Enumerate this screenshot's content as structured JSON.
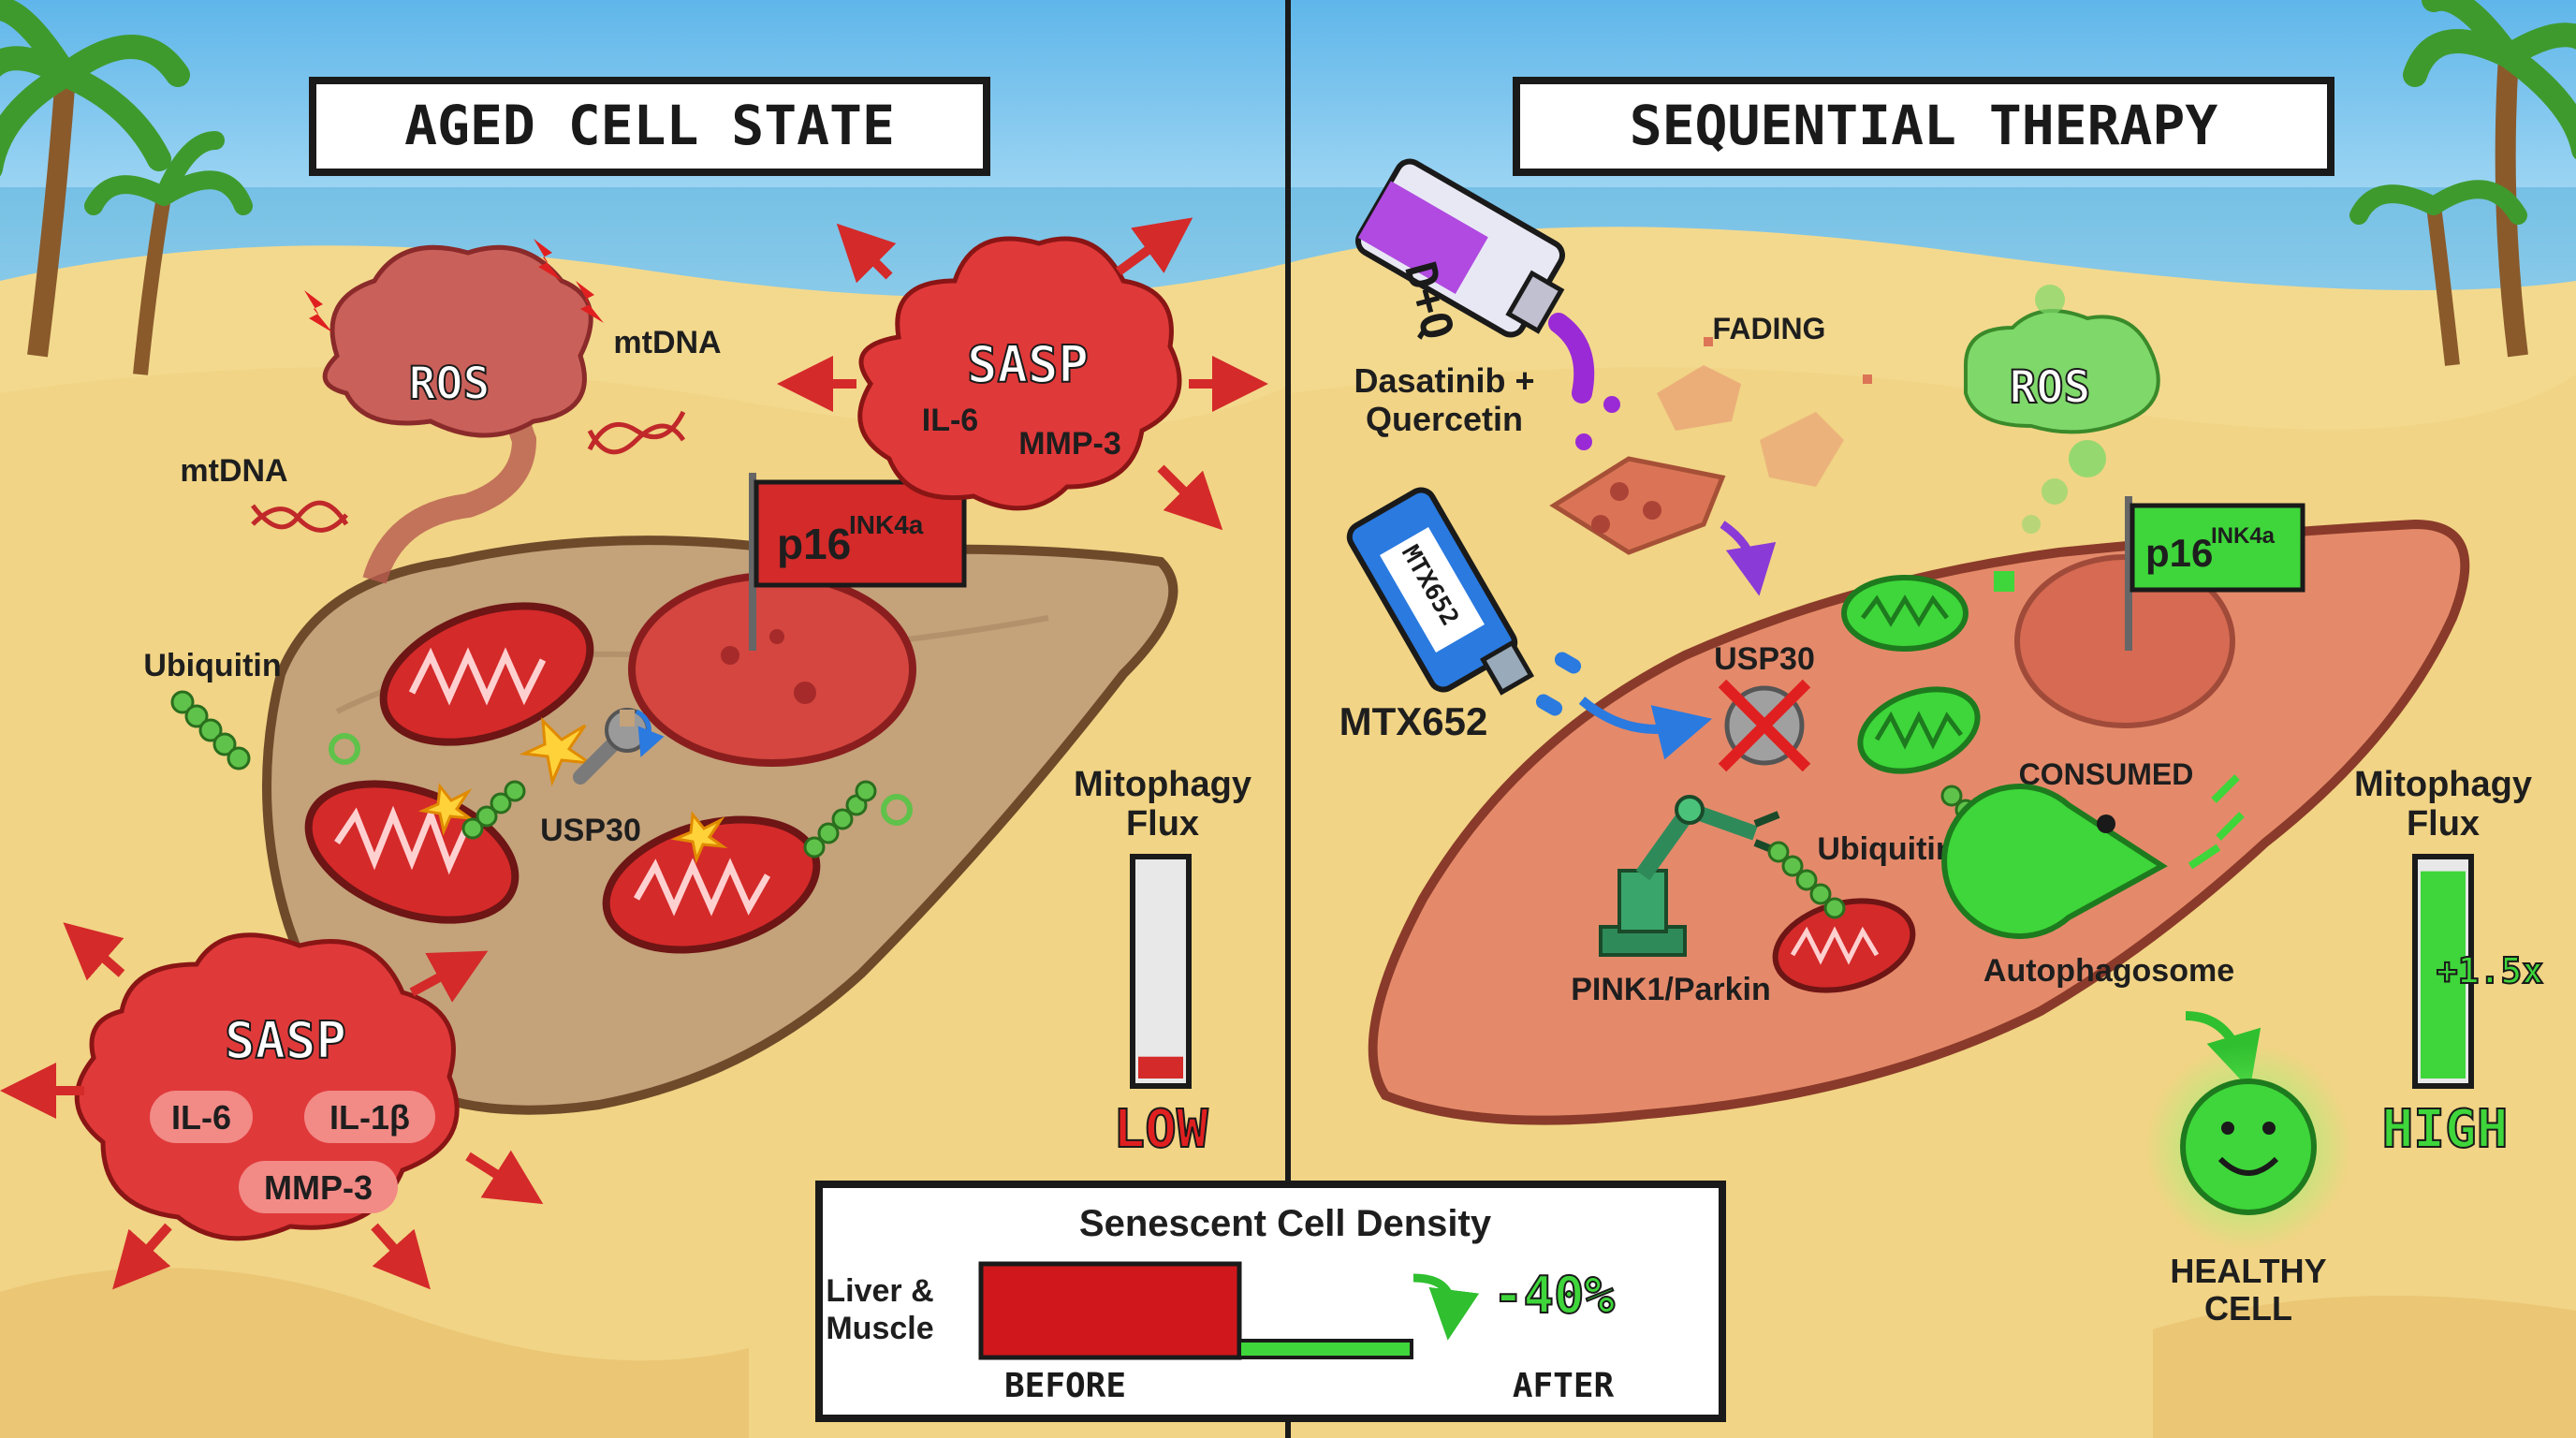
{
  "left_panel": {
    "title": "AGED CELL STATE",
    "ros": "ROS",
    "mtdna_1": "mtDNA",
    "mtdna_2": "mtDNA",
    "sasp_top": {
      "title": "SASP",
      "il6": "IL-6",
      "mmp3": "MMP-3"
    },
    "sasp_bottom": {
      "title": "SASP",
      "il6": "IL-6",
      "il1b": "IL-1β",
      "mmp3": "MMP-3"
    },
    "p16_main": "p16",
    "p16_sup": "INK4a",
    "ubiquitin": "Ubiquitin",
    "usp30": "USP30",
    "flux_line1": "Mitophagy",
    "flux_line2": "Flux",
    "flux_level": "LOW",
    "flux_fill_fraction": 0.1
  },
  "right_panel": {
    "title": "SEQUENTIAL THERAPY",
    "bottle_dq": "D+Q",
    "dq_line1": "Dasatinib +",
    "dq_line2": "Quercetin",
    "fading": "FADING",
    "ros": "ROS",
    "p16_main": "p16",
    "p16_sup": "INK4a",
    "bottle_mtx": "MTX652",
    "mtx_label": "MTX652",
    "usp30": "USP30",
    "consumed": "CONSUMED",
    "ubiquitin": "Ubiquitin",
    "pink": "PINK1/Parkin",
    "autophagosome": "Autophagosome",
    "healthy_line1": "HEALTHY",
    "healthy_line2": "CELL",
    "flux_line1": "Mitophagy",
    "flux_line2": "Flux",
    "flux_change": "+1.5x",
    "flux_level": "HIGH",
    "flux_fill_fraction": 0.95
  },
  "density": {
    "title": "Senescent Cell Density",
    "row_line1": "Liver &",
    "row_line2": "Muscle",
    "change": "-40%",
    "before_label": "BEFORE",
    "after_label": "AFTER",
    "before_value": 1.0,
    "after_value": 0.6
  },
  "colors": {
    "aged_red": "#d42a2a",
    "healthy_green": "#3ed63a",
    "sky": "#7fc7ec",
    "sand": "#f3d98e",
    "ros_aged": "#c9605a",
    "ros_healthy": "#7fd86a",
    "usp30_block": "#e02020",
    "purple_drug": "#9a2ad6",
    "blue_drug": "#2a7ae0"
  }
}
